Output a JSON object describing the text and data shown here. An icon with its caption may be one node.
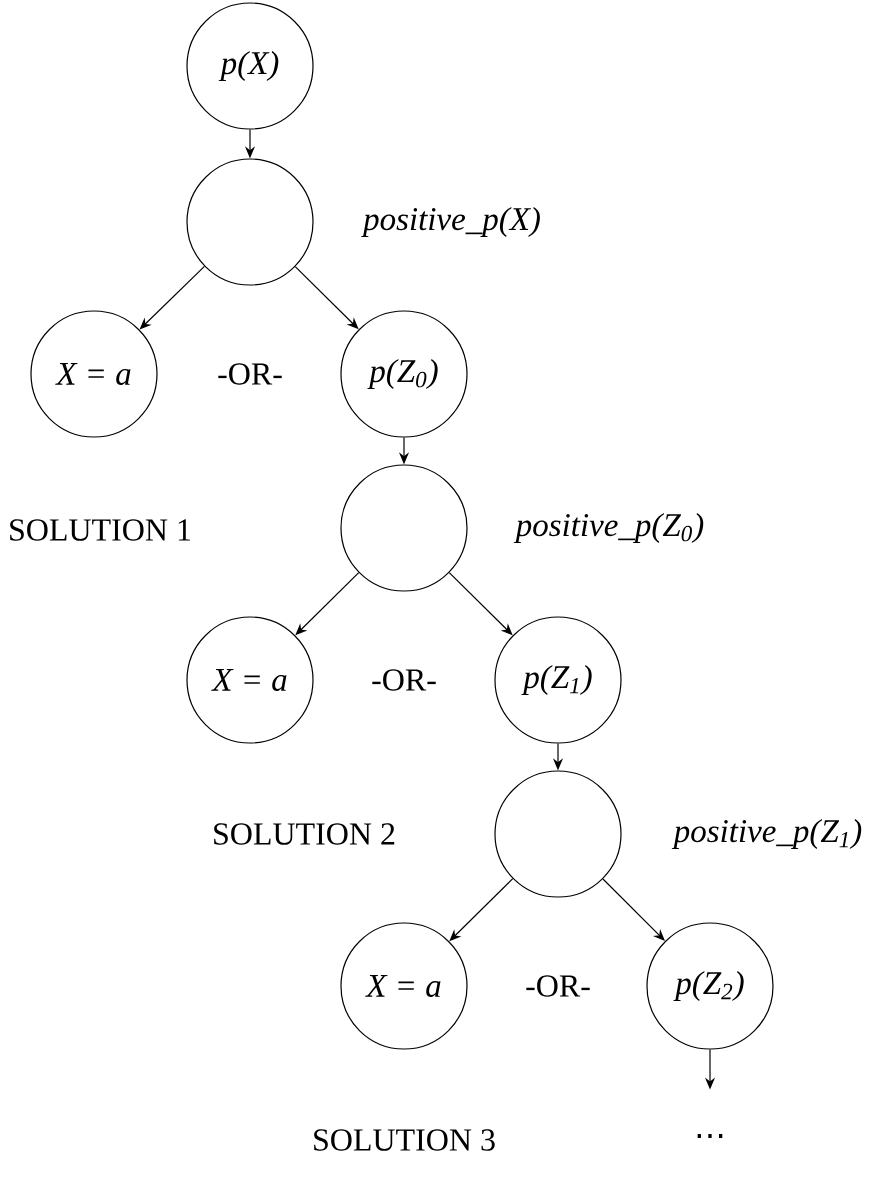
{
  "diagram": {
    "nodes": [
      {
        "text": [
          "p(X)"
        ]
      },
      {
        "text": [],
        "shape": "circle",
        "beside": [
          "positive_p(X)"
        ]
      },
      {
        "text": [
          "X = a"
        ]
      },
      {
        "text": [
          "p(Z$_{0}$)"
        ]
      },
      {
        "text": [],
        "shape": "circle",
        "beside": [
          "positive_p(Z$_{0}$)"
        ]
      },
      {
        "text": [
          "X = a"
        ]
      },
      {
        "text": [
          "p(Z$_{1}$)"
        ]
      },
      {
        "text": [],
        "shape": "circle",
        "beside": [
          "positive_p(Z$_{1}$)"
        ]
      },
      {
        "text": [
          "X = a"
        ]
      },
      {
        "text": [
          "p(Z$_{2}$)"
        ]
      }
    ],
    "edges": [
      {
        "from": 0,
        "to": 1,
        "arrow": "to"
      },
      {
        "from": 1,
        "to": 2,
        "arrow": "to"
      },
      {
        "from": 1,
        "to": 3,
        "arrow": "to"
      },
      {
        "from": 3,
        "to": 4,
        "arrow": "to"
      },
      {
        "from": 4,
        "to": 5,
        "arrow": "to"
      },
      {
        "from": 4,
        "to": 6,
        "arrow": "to"
      },
      {
        "from": 6,
        "to": 7,
        "arrow": "to"
      },
      {
        "from": 7,
        "to": 8,
        "arrow": "to"
      },
      {
        "from": 7,
        "to": 9,
        "arrow": "to"
      },
      {
        "from": 9,
        "to": null,
        "arrow": "to"
      }
    ],
    "labels": [
      "-OR-",
      "SOLUTION 1",
      "-OR-",
      "SOLUTION 2",
      "-OR-",
      "SOLUTION 3",
      "⋯"
    ]
  }
}
